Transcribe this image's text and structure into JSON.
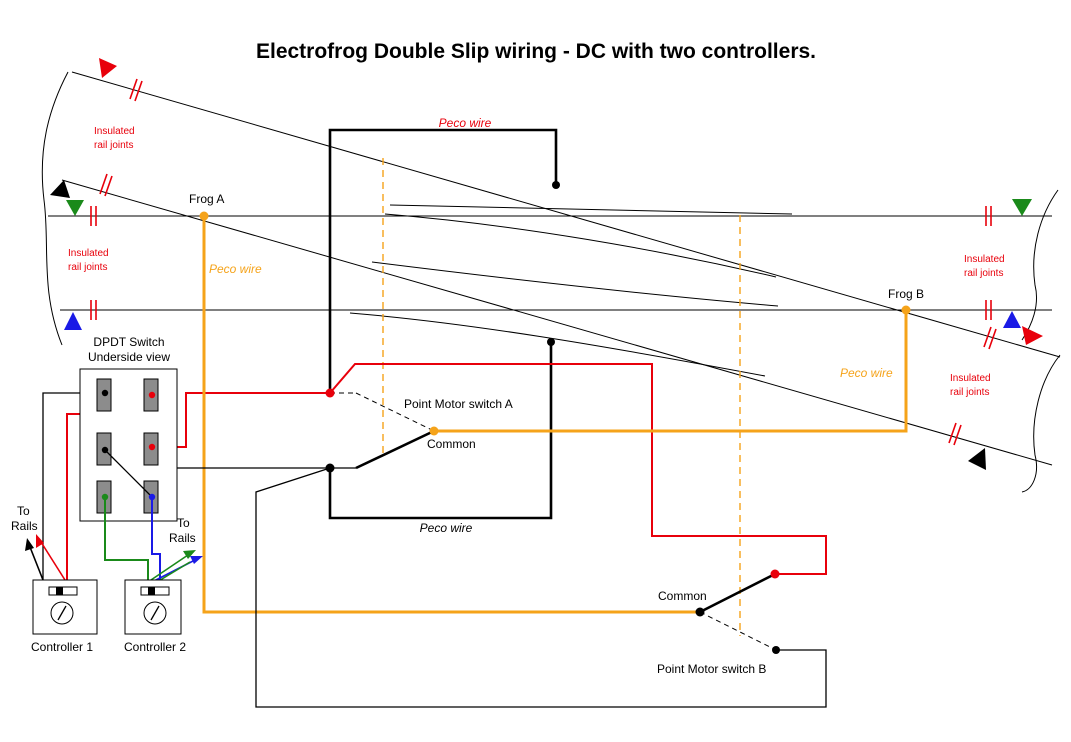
{
  "title": "Electrofrog Double Slip wiring - DC with two controllers.",
  "labels": {
    "frog_a": "Frog A",
    "frog_b": "Frog B",
    "peco_wire": "Peco wire",
    "insulated_1": "Insulated",
    "insulated_2": "rail joints",
    "dpdt_1": "DPDT Switch",
    "dpdt_2": "Underside view",
    "pm_switch_a": "Point Motor switch A",
    "pm_switch_b": "Point Motor switch B",
    "common": "Common",
    "to": "To",
    "rails": "Rails",
    "controller_1": "Controller 1",
    "controller_2": "Controller 2"
  },
  "colors": {
    "red_wire": "#e8000b",
    "orange_wire": "#f5a31a",
    "green_wire": "#1a8a1a",
    "blue_wire": "#1a1ae6",
    "signal_red": "#e8000b",
    "signal_green": "#1a8a1a",
    "signal_blue": "#1a1ae6",
    "signal_black": "#000000"
  }
}
